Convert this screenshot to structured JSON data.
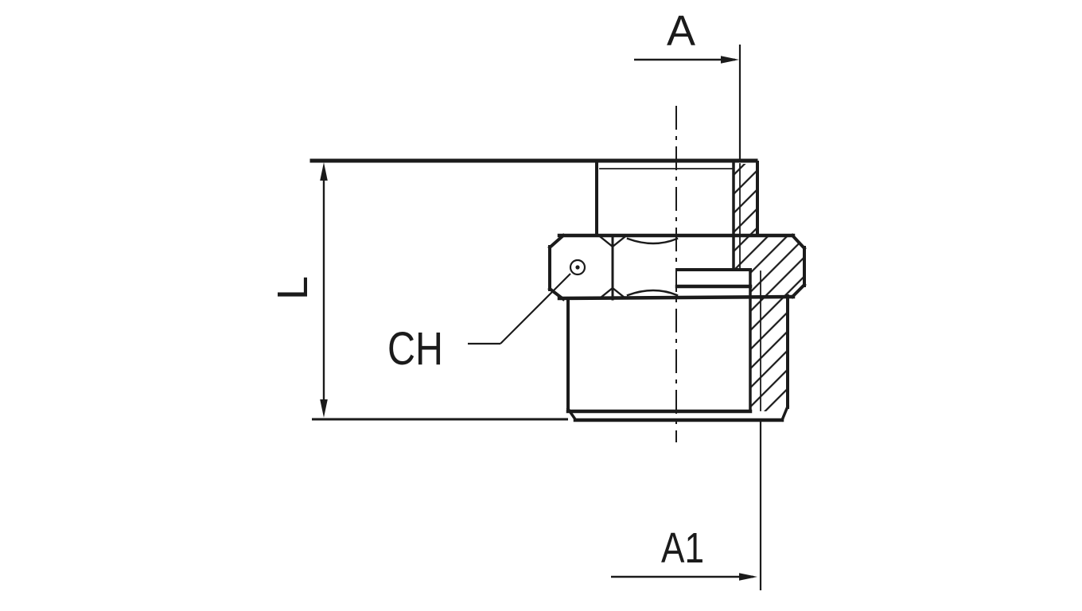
{
  "title": "Threaded reducing fitting technical drawing",
  "drawing": {
    "labels": {
      "dim_top": "A",
      "dim_bottom": "A1",
      "dim_left": "L",
      "hex": "CH"
    },
    "colors": {
      "ink": "#1b1b1b",
      "background": "#ffffff"
    }
  }
}
